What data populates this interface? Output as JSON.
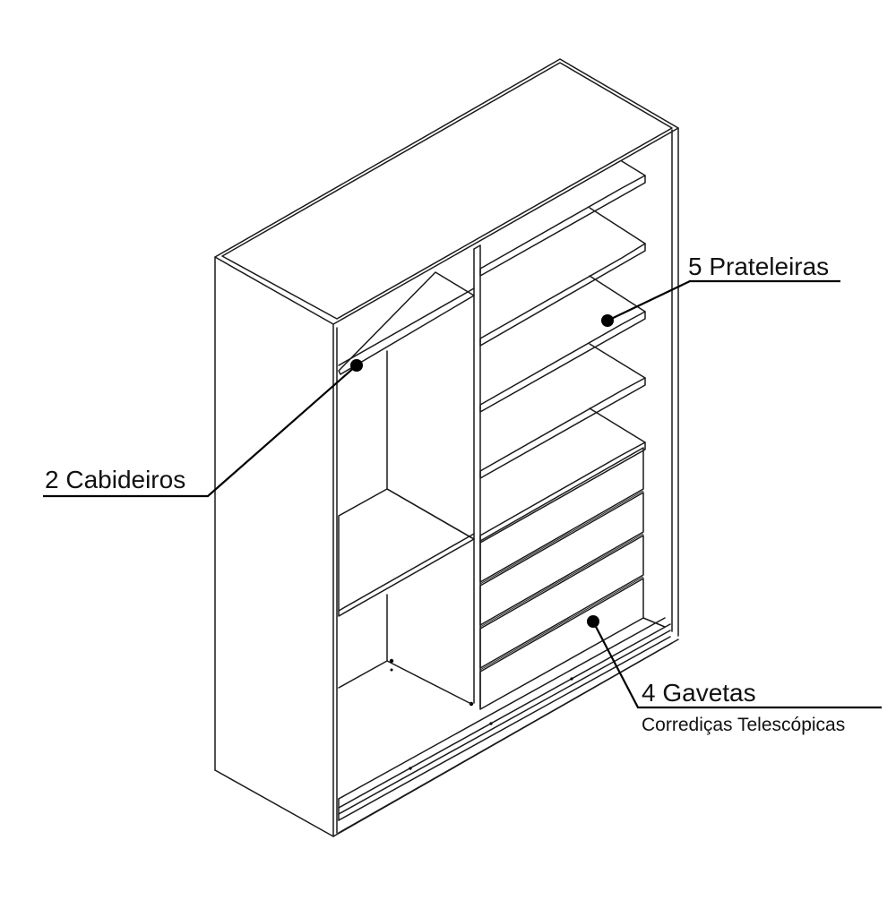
{
  "labels": {
    "shelves": "5 Prateleiras",
    "hangers": "2 Cabideiros",
    "drawers": "4 Gavetas",
    "drawers_sub": "Corrediças Telescópicas"
  },
  "colors": {
    "line": "#1a1a1a",
    "background": "#ffffff"
  }
}
